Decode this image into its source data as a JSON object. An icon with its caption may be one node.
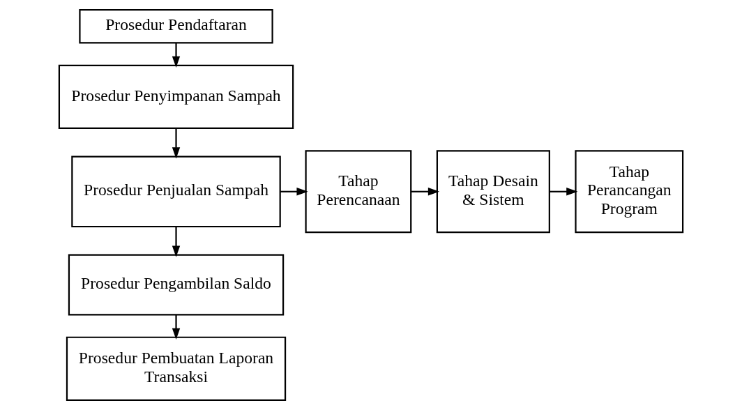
{
  "diagram": {
    "nodes": [
      {
        "text": [
          "Prosedur Pendaftaran"
        ]
      },
      {
        "text": [
          "Prosedur Penyimpanan Sampah"
        ]
      },
      {
        "text": [
          "Prosedur Penjualan Sampah"
        ]
      },
      {
        "text": [
          "Prosedur Pengambilan Saldo"
        ]
      },
      {
        "text": [
          "Prosedur Pembuatan Laporan Transaksi"
        ]
      },
      {
        "text": [
          "Tahap Perencanaan"
        ]
      },
      {
        "text": [
          "Tahap Desain & Sistem"
        ]
      },
      {
        "text": [
          "Tahap Perancangan Program"
        ]
      }
    ],
    "edges": [
      {
        "from": 0,
        "to": 1,
        "arrow": "to"
      },
      {
        "from": 1,
        "to": 2,
        "arrow": "to"
      },
      {
        "from": 2,
        "to": 3,
        "arrow": "to"
      },
      {
        "from": 3,
        "to": 4,
        "arrow": "to"
      },
      {
        "from": 2,
        "to": 5,
        "arrow": "to"
      },
      {
        "from": 5,
        "to": 6,
        "arrow": "to"
      },
      {
        "from": 6,
        "to": 7,
        "arrow": "to"
      }
    ]
  }
}
